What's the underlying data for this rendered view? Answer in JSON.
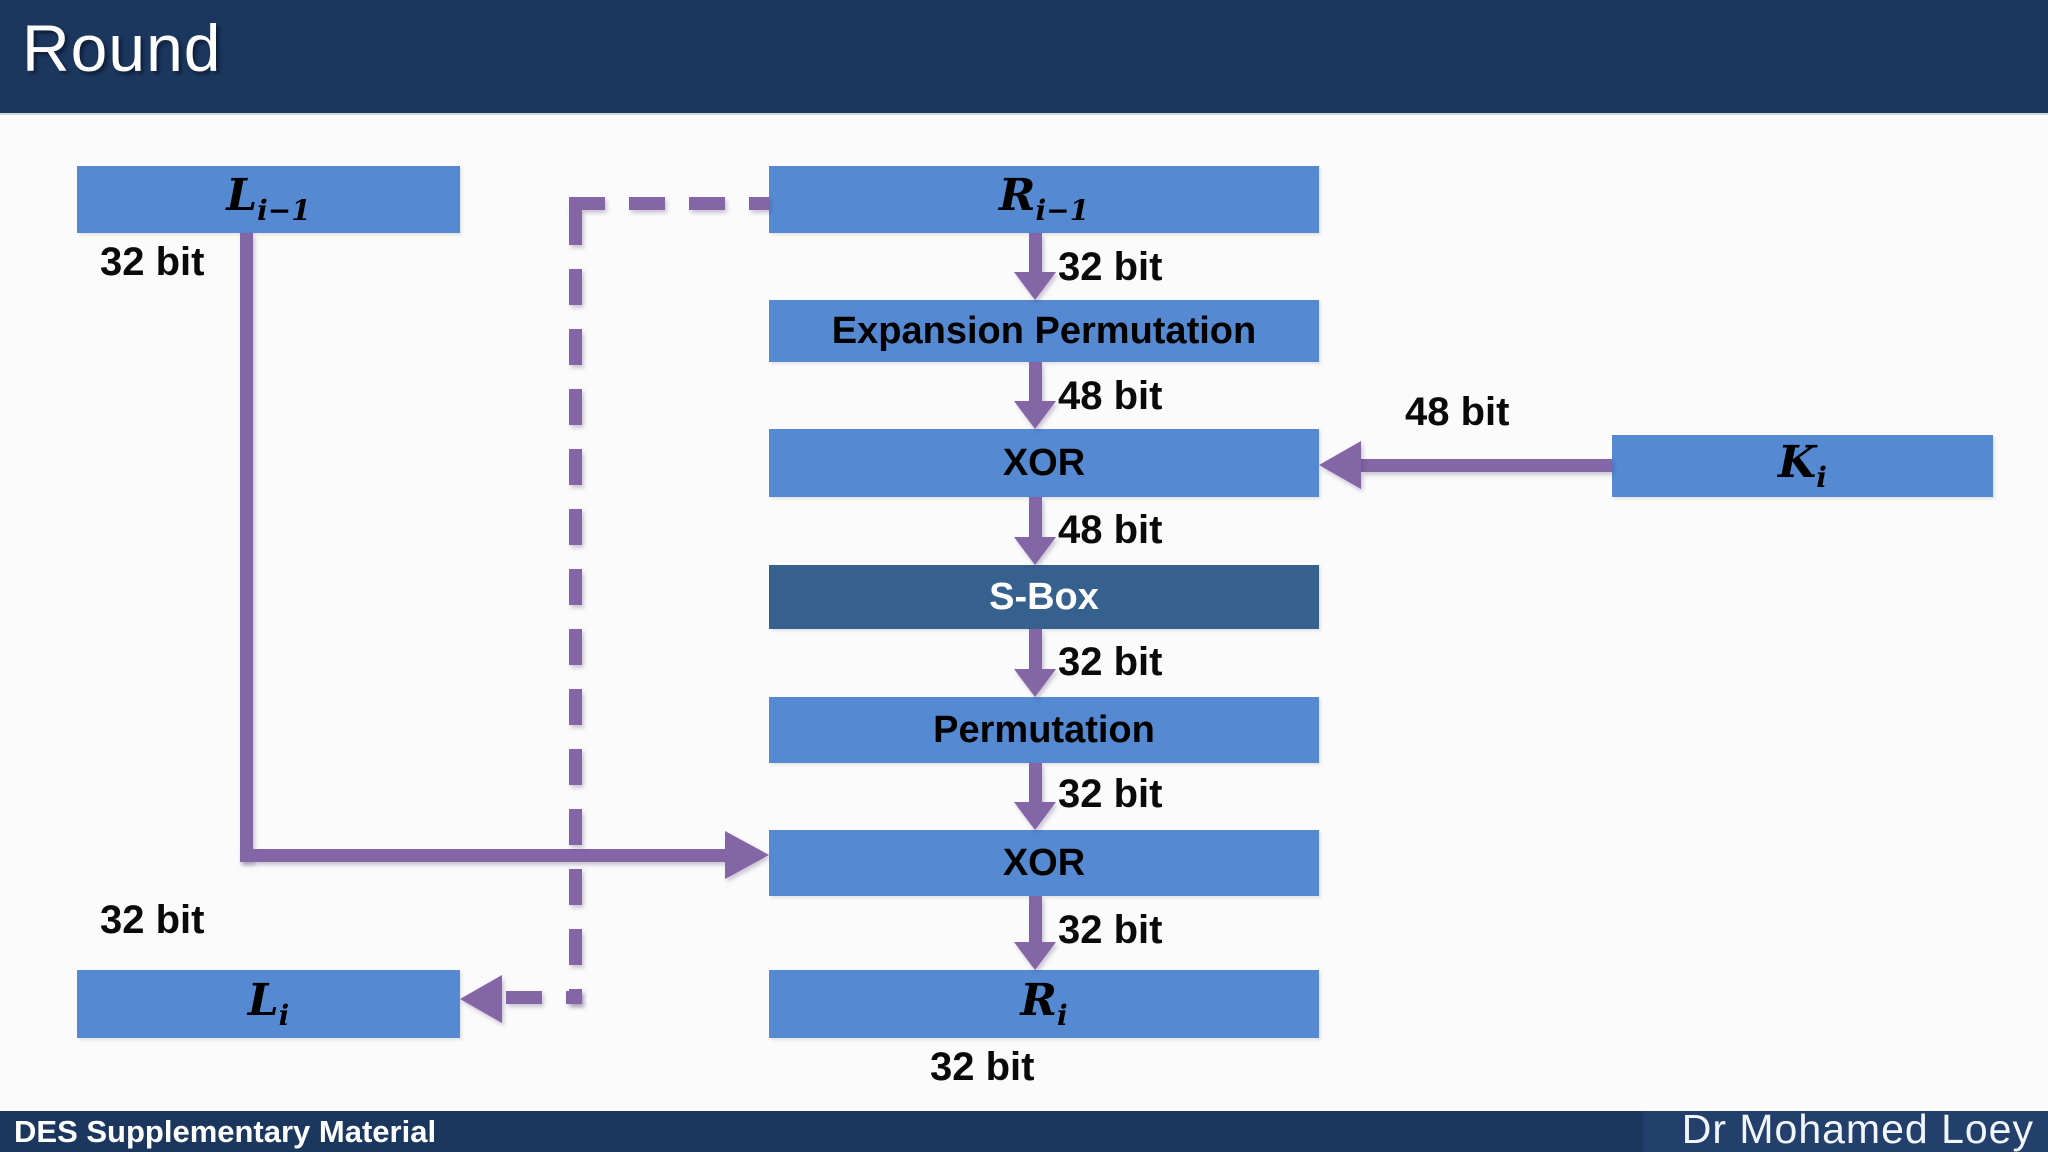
{
  "header": {
    "title": "Round"
  },
  "footer": {
    "left": "DES Supplementary Material",
    "right": "Dr Mohamed Loey"
  },
  "colors": {
    "navy": "#1c375e",
    "box_blue": "#5589d2",
    "sbox_dark_blue": "#36618f",
    "arrow_purple": "#8465a6",
    "text_black": "#000000",
    "text_white": "#ffffff"
  },
  "diagram": {
    "boxes": {
      "l_prev": {
        "base": "L",
        "sub": "i−1"
      },
      "r_prev": {
        "base": "R",
        "sub": "i−1"
      },
      "expansion": {
        "label": "Expansion Permutation"
      },
      "xor1": {
        "label": "XOR"
      },
      "sbox": {
        "label": "S-Box"
      },
      "permutation": {
        "label": "Permutation"
      },
      "xor2": {
        "label": "XOR"
      },
      "l_cur": {
        "base": "L",
        "sub": "i"
      },
      "r_cur": {
        "base": "R",
        "sub": "i"
      },
      "key": {
        "base": "K",
        "sub": "i"
      }
    },
    "bit_labels": {
      "l_prev_out": "32 bit",
      "r_prev_out": "32 bit",
      "expansion_out": "48 bit",
      "key_out": "48 bit",
      "xor1_out": "48 bit",
      "sbox_out": "32 bit",
      "permutation_out": "32 bit",
      "xor2_out": "32 bit",
      "r_cur_out": "32 bit",
      "l_cur_in": "32 bit"
    }
  }
}
